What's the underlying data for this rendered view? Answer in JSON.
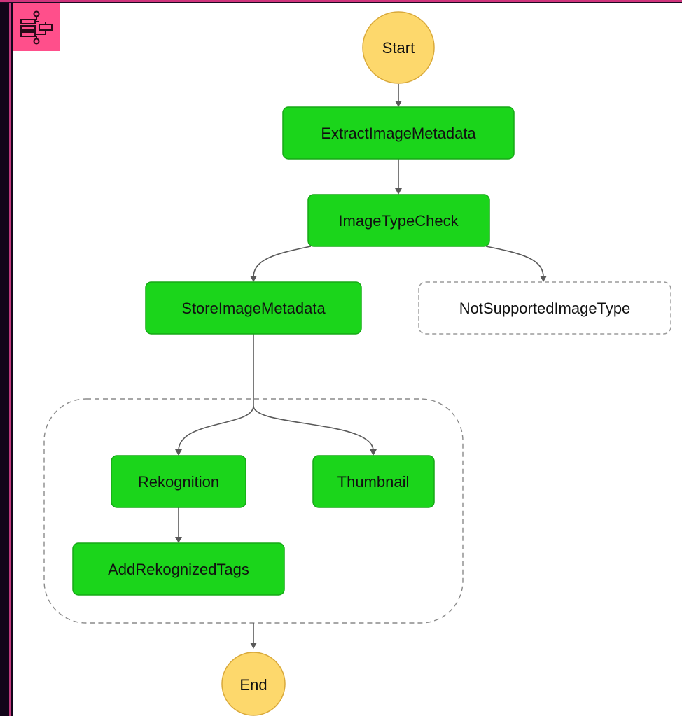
{
  "icon": "step-functions-workflow-icon",
  "colors": {
    "frame_border": "#d0347c",
    "badge": "#ff4f8b",
    "task_fill": "#1bd51b",
    "task_stroke": "#16a816",
    "terminal_fill": "#fdd86c",
    "terminal_stroke": "#d9a93a",
    "pending_stroke": "#9b9b9b"
  },
  "nodes": {
    "start": "Start",
    "extract": "ExtractImageMetadata",
    "typecheck": "ImageTypeCheck",
    "store": "StoreImageMetadata",
    "notsupported": "NotSupportedImageType",
    "rekognition": "Rekognition",
    "thumbnail": "Thumbnail",
    "addtags": "AddRekognizedTags",
    "end": "End"
  }
}
